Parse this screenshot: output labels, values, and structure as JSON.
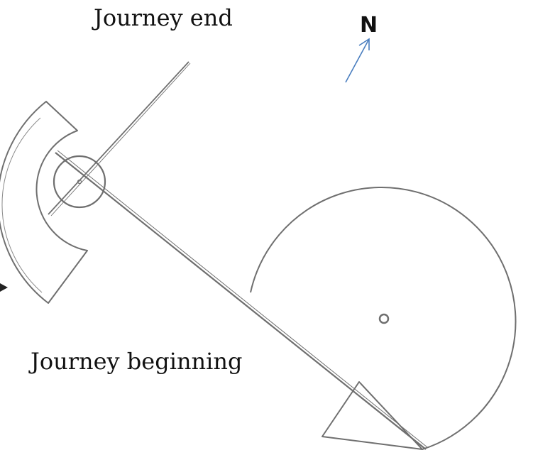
{
  "labels": {
    "journey_end": "Journey end",
    "journey_beginning": "Journey beginning",
    "north": "N"
  },
  "colors": {
    "line": "#6f6f6f",
    "north_arrow": "#4a7ebf",
    "text": "#111111"
  }
}
